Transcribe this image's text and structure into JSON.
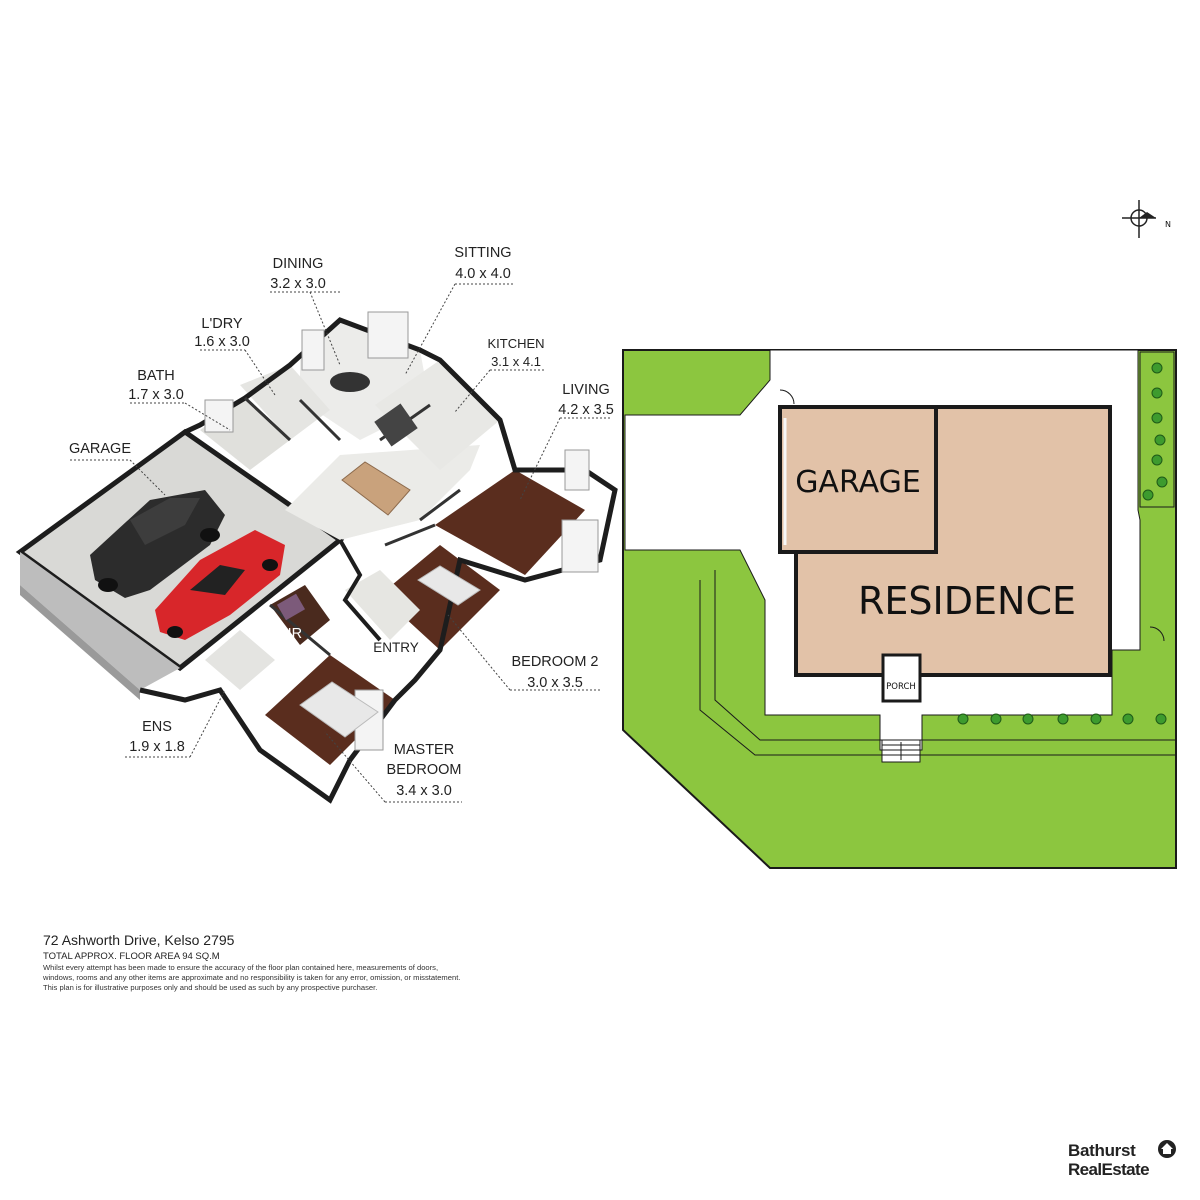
{
  "floorplan": {
    "rooms": [
      {
        "key": "dining",
        "name": "DINING",
        "dims": "3.2 x 3.0"
      },
      {
        "key": "sitting",
        "name": "SITTING",
        "dims": "4.0 x 4.0"
      },
      {
        "key": "laundry",
        "name": "L'DRY",
        "dims": "1.6 x 3.0"
      },
      {
        "key": "kitchen",
        "name": "KITCHEN",
        "dims": "3.1 x 4.1"
      },
      {
        "key": "bath",
        "name": "BATH",
        "dims": "1.7 x 3.0"
      },
      {
        "key": "living",
        "name": "LIVING",
        "dims": "4.2 x 3.5"
      },
      {
        "key": "garage",
        "name": "GARAGE",
        "dims": ""
      },
      {
        "key": "wir",
        "name": "WIR",
        "dims": ""
      },
      {
        "key": "entry",
        "name": "ENTRY",
        "dims": ""
      },
      {
        "key": "bedroom2",
        "name": "BEDROOM 2",
        "dims": "3.0 x 3.5"
      },
      {
        "key": "ens",
        "name": "ENS",
        "dims": "1.9 x 1.8"
      },
      {
        "key": "master",
        "name": "MASTER BEDROOM",
        "dims": "3.4 x 3.0"
      }
    ]
  },
  "siteplan": {
    "garage_label": "GARAGE",
    "residence_label": "RESIDENCE",
    "porch_label": "PORCH",
    "compass_label": "N",
    "colors": {
      "lawn": "#8cc63f",
      "building": "#e2c2a8",
      "outline": "#1a1a1a"
    }
  },
  "footer": {
    "address": "72 Ashworth Drive, Kelso 2795",
    "total_area": "TOTAL APPROX. FLOOR AREA 94 SQ.M",
    "disclaimer": [
      "Whilst every attempt has been made to ensure the accuracy of the floor plan contained here, measurements of doors,",
      "windows, rooms and any other items are approximate and no responsibility is taken for any error, omission, or misstatement.",
      "This plan is for illustrative purposes only and should be used as such by any prospective purchaser."
    ]
  },
  "brand": {
    "line1": "Bathurst",
    "line2": "RealEstate"
  }
}
